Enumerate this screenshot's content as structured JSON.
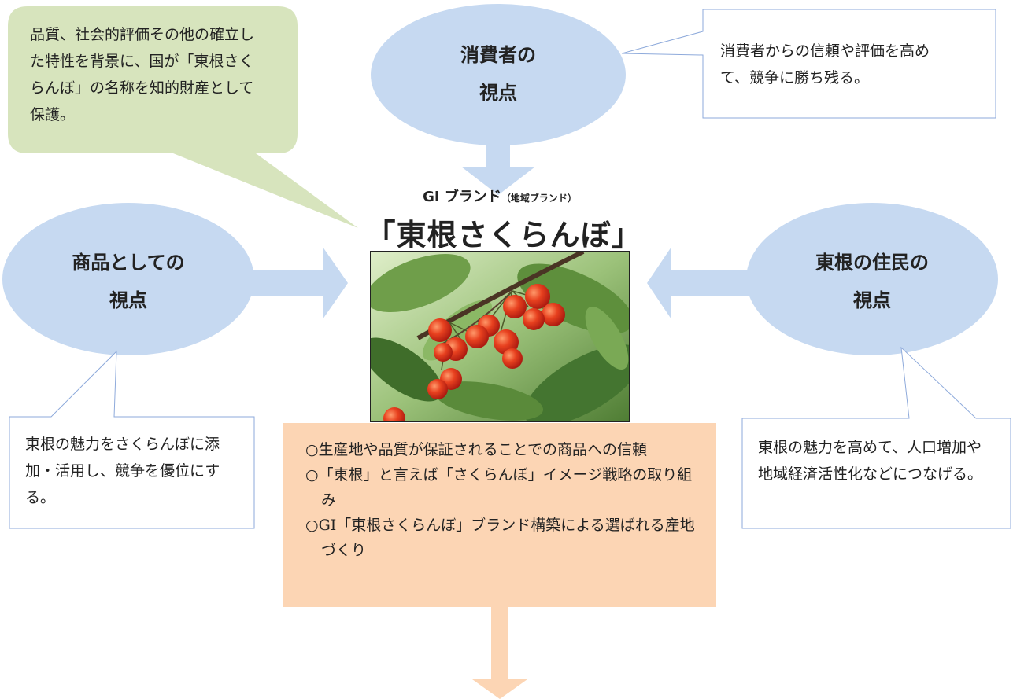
{
  "gi_brand": {
    "label": "GI ブランド",
    "sub": "（地域ブランド）",
    "title": "「東根さくらんぼ」"
  },
  "photo": {
    "subject": "さくらんぼ"
  },
  "viewpoints": {
    "consumer": {
      "line1": "消費者の",
      "line2": "視点"
    },
    "product": {
      "line1": "商品としての",
      "line2": "視点"
    },
    "residents": {
      "line1": "東根の住民の",
      "line2": "視点"
    }
  },
  "callouts": {
    "protection": "品質、社会的評価その他の確立した特性を背景に、国が「東根さくらんぼ」の名称を知的財産として保護。",
    "consumer": "消費者からの信頼や評価を高めて、競争に勝ち残る。",
    "product": "東根の魅力をさくらんぼに添加・活用し、競争を優位にする。",
    "residents": "東根の魅力を高めて、人口増加や地域経済活性化などにつなげる。"
  },
  "summary": {
    "items": [
      "○生産地や品質が保証されることでの商品への信頼",
      "○「東根」と言えば「さくらんぼ」イメージ戦略の取り組み",
      "○GI「東根さくらんぼ」ブランド構築による選ばれる産地づくり"
    ]
  },
  "colors": {
    "bubble": "#c6d9f1",
    "green_callout": "#d7e4bd",
    "summary": "#fcd5b4",
    "border": "#8eaadb"
  }
}
